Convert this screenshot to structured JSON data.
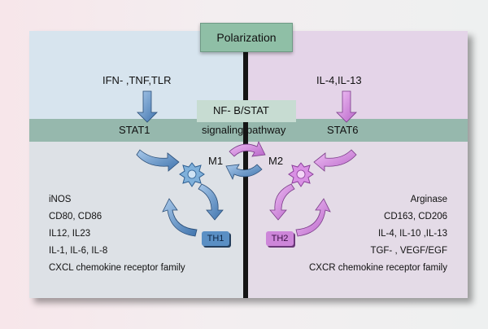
{
  "header": {
    "title": "Polarization"
  },
  "left": {
    "stimuli": "IFN- ,TNF,TLR",
    "stat": "STAT1",
    "cell_label": "M1",
    "helper_label": "TH1",
    "markers": [
      "iNOS",
      "CD80, CD86",
      "IL12, IL23",
      "IL-1, IL-6, IL-8",
      "CXCL chemokine receptor family"
    ]
  },
  "center": {
    "pathway_line1": "NF- B/STAT",
    "pathway_line2": "signaling pathway"
  },
  "right": {
    "stimuli": "IL-4,IL-13",
    "stat": "STAT6",
    "cell_label": "M2",
    "helper_label": "TH2",
    "markers": [
      "Arginase",
      "CD163, CD206",
      "IL-4, IL-10 ,IL-13",
      "TGF- , VEGF/EGF",
      "CXCR chemokine receptor family"
    ]
  },
  "colors": {
    "m1_accent": "#5a8fc4",
    "m2_accent": "#cd86d9",
    "band": "#96b8ad",
    "header_box": "#8fbfa6"
  }
}
